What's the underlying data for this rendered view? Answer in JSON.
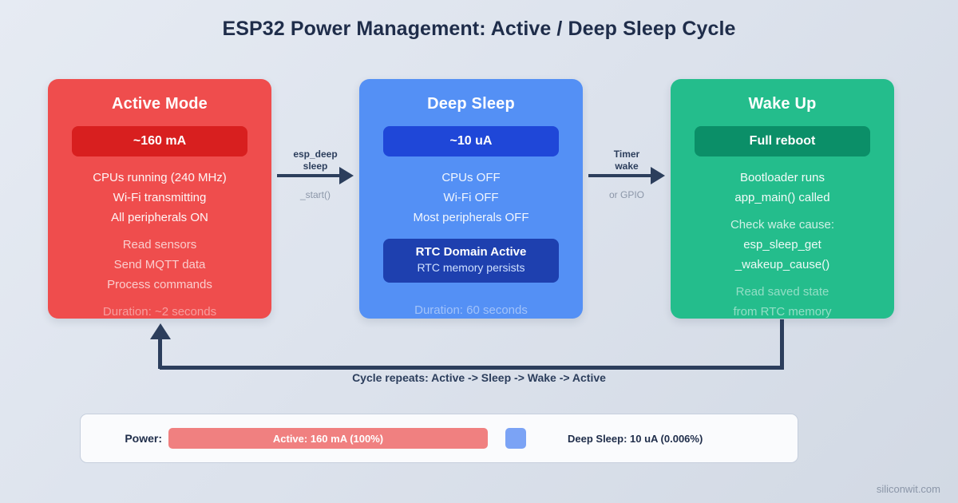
{
  "title": "ESP32 Power Management: Active / Deep Sleep Cycle",
  "cards": [
    {
      "id": "active",
      "heading": "Active Mode",
      "badge": "~160 mA",
      "color": "#ef4d4d",
      "badge_color": "#d81f1f",
      "lines": [
        "CPUs running (240 MHz)",
        "Wi-Fi transmitting",
        "All peripherals ON"
      ],
      "lines2": [
        "Read sensors",
        "Send MQTT data",
        "Process commands"
      ],
      "duration": "Duration: ~2 seconds"
    },
    {
      "id": "sleep",
      "heading": "Deep Sleep",
      "badge": "~10 uA",
      "color": "#5490f5",
      "badge_color": "#1f47d8",
      "lines": [
        "CPUs OFF",
        "Wi-Fi OFF",
        "Most peripherals OFF"
      ],
      "sub_badge_main": "RTC Domain Active",
      "sub_badge_sub": "RTC memory persists",
      "duration": "Duration: 60 seconds"
    },
    {
      "id": "wake",
      "heading": "Wake Up",
      "badge": "Full reboot",
      "color": "#24bd8c",
      "badge_color": "#0b8f68",
      "lines": [
        "Bootloader runs",
        "app_main() called"
      ],
      "lines2": [
        "Check wake cause:",
        "esp_sleep_get",
        "_wakeup_cause()"
      ],
      "lines3": [
        "Read saved state",
        "from RTC memory"
      ]
    }
  ],
  "arrows": [
    {
      "top_line1": "esp_deep",
      "top_line2": "sleep",
      "bottom": "_start()"
    },
    {
      "top_line1": "Timer",
      "top_line2": "wake",
      "bottom": "or GPIO"
    }
  ],
  "cycle_text": "Cycle repeats: Active -> Sleep -> Wake -> Active",
  "power": {
    "label": "Power:",
    "active_bar_text": "Active: 160 mA (100%)",
    "sleep_text": "Deep Sleep: 10 uA (0.006%)",
    "active_color": "#f08080",
    "sleep_color": "#7ba3f5"
  },
  "footer": "siliconwit.com"
}
